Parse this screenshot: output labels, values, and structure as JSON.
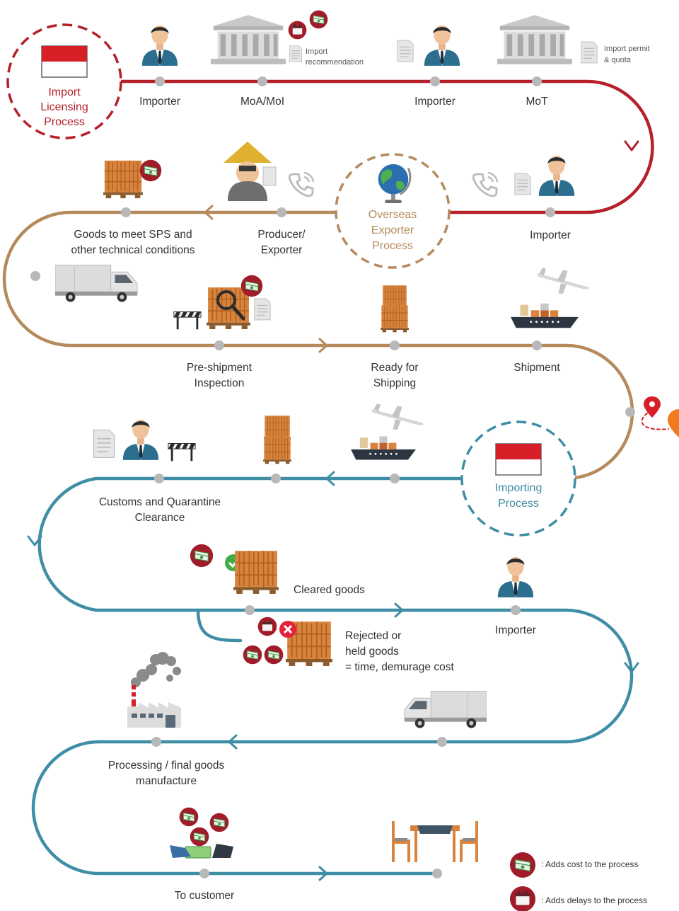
{
  "colors": {
    "licensing": "#b5202a",
    "exporter": "#b58a5c",
    "importing": "#3f8ea5",
    "label": "#333333",
    "node": "#b8b8b8",
    "cost_badge": "#a01c2a"
  },
  "hubs": {
    "licensing": [
      "Import",
      "Licensing",
      "Process"
    ],
    "exporter": [
      "Overseas",
      "Exporter",
      "Process"
    ],
    "importing": [
      "Importing",
      "Process"
    ]
  },
  "stages": {
    "importer_1": "Importer",
    "moa_moi": "MoA/MoI",
    "importer_2": "Importer",
    "mot": "MoT",
    "import_recommendation": [
      "Import",
      "recommendation"
    ],
    "import_permit": [
      "Import permit",
      "& quota"
    ],
    "importer_3": "Importer",
    "producer_exporter": [
      "Producer/",
      "Exporter"
    ],
    "goods_sps": [
      "Goods to meet SPS and",
      "other technical conditions"
    ],
    "pre_shipment": [
      "Pre-shipment",
      "Inspection"
    ],
    "ready_shipping": [
      "Ready for",
      "Shipping"
    ],
    "shipment": "Shipment",
    "customs": [
      "Customs and Quarantine",
      "Clearance"
    ],
    "cleared_goods": "Cleared goods",
    "importer_4": "Importer",
    "rejected": [
      "Rejected or",
      "held goods",
      "= time, demurage cost"
    ],
    "processing": [
      "Processing / final goods",
      "manufacture"
    ],
    "to_customer": "To customer"
  },
  "legend": {
    "cost": ": Adds cost to the process",
    "delay": ": Adds delays to the process"
  },
  "icons": [
    "person-icon",
    "building-icon",
    "document-icon",
    "phone-icon",
    "globe-icon",
    "pallet-icon",
    "truck-icon",
    "ship-icon",
    "plane-icon",
    "factory-icon",
    "barrier-icon",
    "money-icon",
    "clock-icon",
    "table-icon",
    "location-pin-icon",
    "flag-icon"
  ]
}
